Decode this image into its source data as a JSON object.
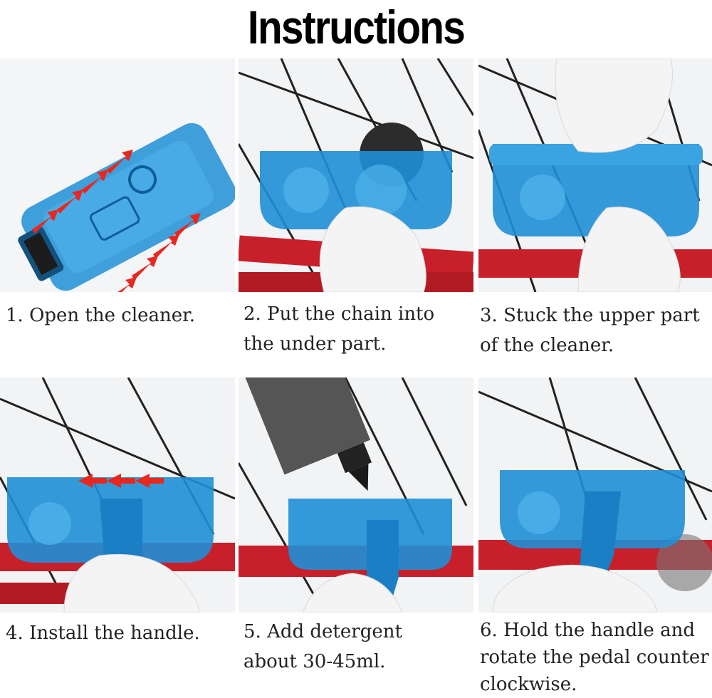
{
  "header": {
    "title": "Instructions"
  },
  "steps": [
    {
      "caption": "1. Open the cleaner.",
      "photo": "open-cleaner-photo"
    },
    {
      "caption": "2. Put the chain into\nthe under part.",
      "photo": "chain-into-under-part-photo"
    },
    {
      "caption": "3. Stuck the upper part\nof the cleaner.",
      "photo": "stuck-upper-part-photo"
    },
    {
      "caption": "4. Install the handle.",
      "photo": "install-handle-photo"
    },
    {
      "caption": "5. Add detergent\nabout 30-45ml.",
      "photo": "add-detergent-photo"
    },
    {
      "caption": "6. Hold the handle and\nrotate the pedal counter\nclockwise.",
      "photo": "rotate-pedal-photo"
    }
  ],
  "colors": {
    "cleaner_blue": "#1f8fd6",
    "frame_red": "#c8202a",
    "arrow_red": "#e8281e",
    "glove_white": "#f4f4f4"
  }
}
